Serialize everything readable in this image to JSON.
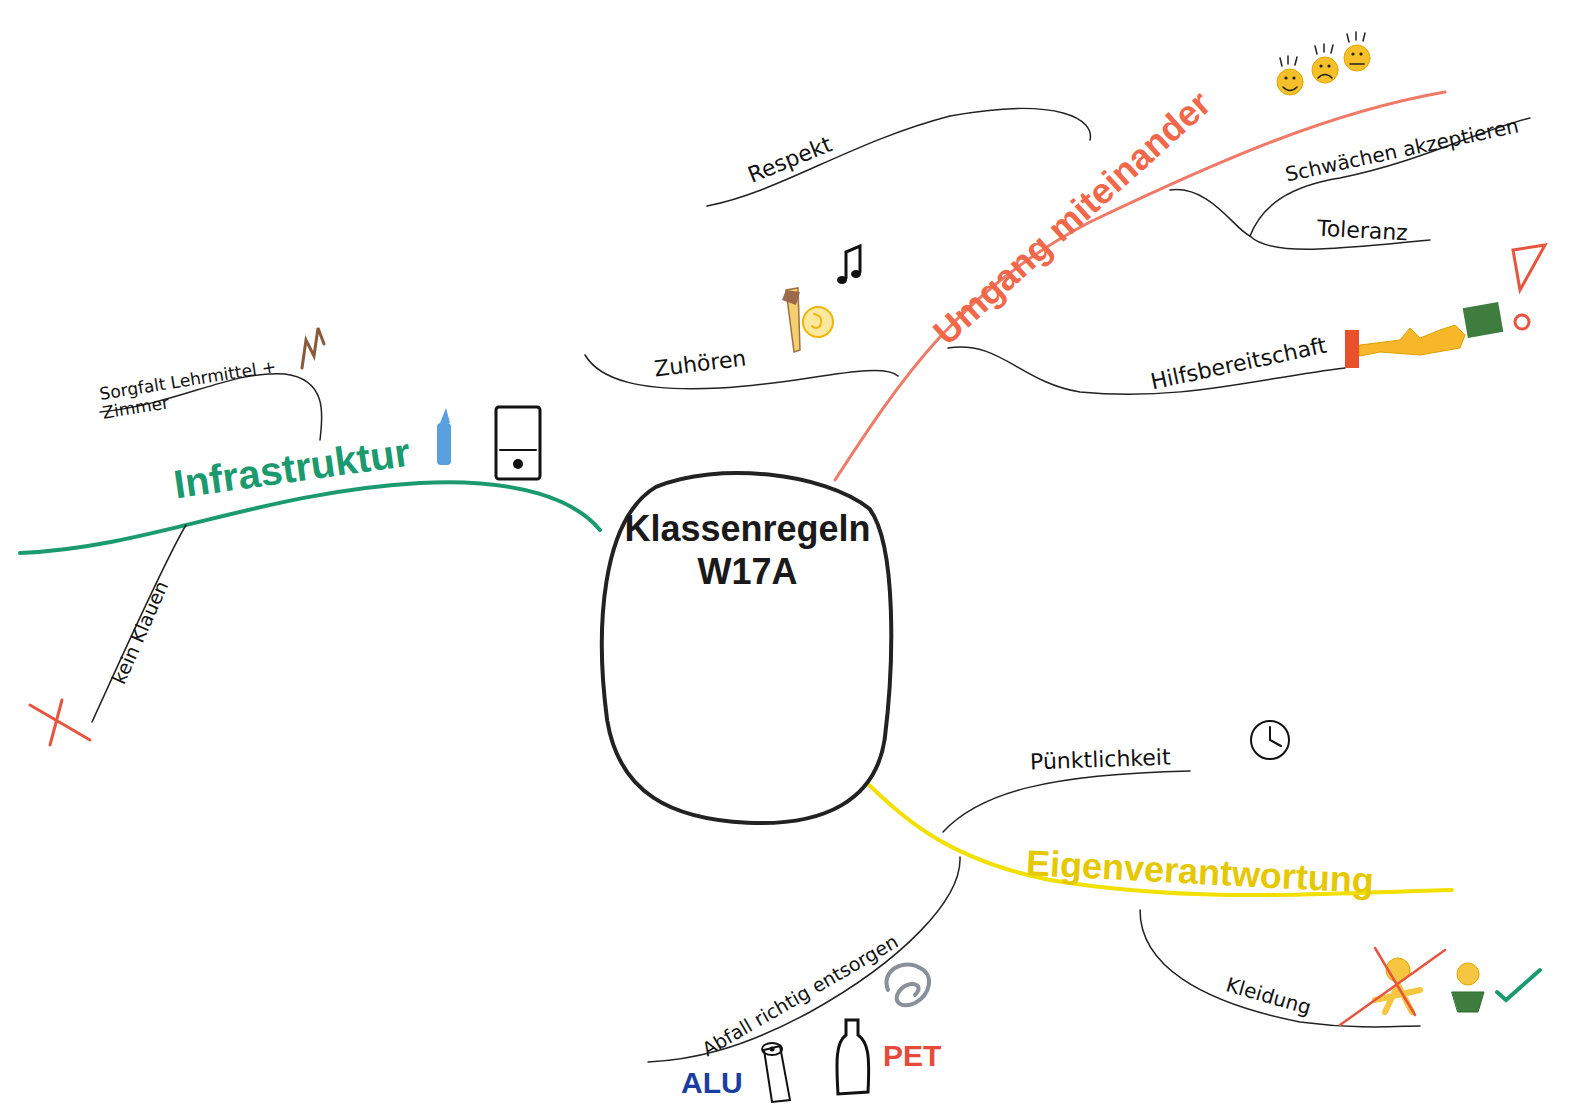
{
  "diagram": {
    "nodes": [
      {
        "text": [
          "Klassenregeln W17A"
        ]
      }
    ],
    "labels": [
      "Infrastruktur",
      "Sorgfalt Lehrmittel + Zimmer",
      "kein Klauen",
      "Umgang miteinander",
      "Respekt",
      "Zuhören",
      "Schwächen akzeptieren",
      "Toleranz",
      "Hilfsbereitschaft",
      "Eigenverantwortung",
      "Pünktlichkeit",
      "Abfall richtig entsorgen",
      "Kleidung",
      "ALU",
      "PET"
    ]
  }
}
